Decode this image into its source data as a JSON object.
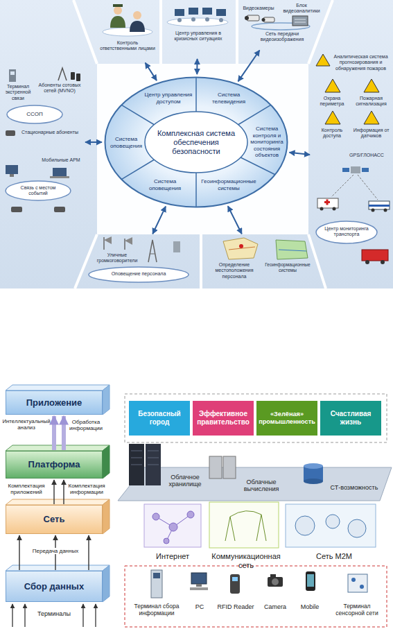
{
  "diagram": {
    "nodes": [
      {
        "text": [
          "Контроль ответственными лицами"
        ]
      },
      {
        "text": [
          "Центр управления в кризисных ситуациях"
        ]
      },
      {
        "text": [
          "Видеокамеры",
          "Блок видеоаналитики",
          "Сеть передачи видеоизображения"
        ]
      },
      {
        "text": [
          "Терминал экстренной связи",
          "Абоненты сотовых сетей (MVNO)",
          "ССОП",
          "Стационарные абоненты",
          "Мобильные АРМ",
          "Связь с местом событий"
        ]
      },
      {
        "text": [
          "Комплексная система обеспечения безопасности"
        ]
      },
      {
        "text": [
          "Центр управления доступом"
        ],
        "in": 4
      },
      {
        "text": [
          "Система телевидения"
        ],
        "in": 4
      },
      {
        "text": [
          "Система контроля и мониторинга состояния объектов"
        ],
        "in": 4
      },
      {
        "text": [
          "Геоинформационные системы"
        ],
        "in": 4
      },
      {
        "text": [
          "Система оповещения"
        ],
        "in": 4
      },
      {
        "text": [
          "Система оповещения"
        ],
        "in": 4
      },
      {
        "text": [
          "Аналитическая система прогнозирования и обнаружения пожаров",
          "Охрана периметра",
          "Пожарная сигнализация",
          "Контроль доступа",
          "Информация от датчиков",
          "GPS/ГЛОНАСС",
          "Центр мониторинга транспорта"
        ]
      },
      {
        "text": [
          "Уличные громкоговорители",
          "Оповещение персонала"
        ]
      },
      {
        "text": [
          "Определение местоположения персонала",
          "Геоинформационные системы"
        ]
      },
      {
        "text": [
          "Приложение"
        ]
      },
      {
        "text": [
          "Безопасный город"
        ]
      },
      {
        "text": [
          "Эффективное правительство"
        ]
      },
      {
        "text": [
          "«Зелёная» промышленность"
        ]
      },
      {
        "text": [
          "Счастливая жизнь"
        ]
      },
      {
        "text": [
          "Платформа"
        ]
      },
      {
        "text": [
          "Сеть"
        ]
      },
      {
        "text": [
          "Сбор данных"
        ]
      }
    ],
    "edges": [
      {
        "from": 4,
        "to": 0,
        "arrow": "both"
      },
      {
        "from": 4,
        "to": 1,
        "arrow": "both"
      },
      {
        "from": 4,
        "to": 2,
        "arrow": "both"
      },
      {
        "from": 4,
        "to": 3,
        "arrow": "both"
      },
      {
        "from": 4,
        "to": 11,
        "arrow": "both"
      },
      {
        "from": 4,
        "to": 12,
        "arrow": "both"
      },
      {
        "from": 4,
        "to": 13,
        "arrow": "both"
      },
      {
        "from": 19,
        "to": 14,
        "arrow": "to",
        "label": "Интеллектуальный анализ"
      },
      {
        "from": 19,
        "to": 14,
        "arrow": "to",
        "label": "Обработка информации"
      },
      {
        "from": 20,
        "to": 19,
        "arrow": "to",
        "label": "Комплектация приложений"
      },
      {
        "from": 20,
        "to": 19,
        "arrow": "to",
        "label": "Комплектация информации"
      },
      {
        "from": 21,
        "to": 20,
        "arrow": "to"
      },
      {
        "from": 21,
        "to": 20,
        "arrow": "to",
        "label": "Передача данных"
      },
      {
        "from": 21,
        "to": 20,
        "arrow": "to"
      }
    ],
    "labels": [
      "Облачное хранилище",
      "Облачные вычисления",
      "СТ-возможность",
      "Интернет",
      "Коммуникационная сеть",
      "Сеть M2M",
      "Терминал сбора информации",
      "PC",
      "RFID Reader",
      "Camera",
      "Mobile",
      "Терминал сенсорной сети",
      "Терминалы"
    ]
  }
}
